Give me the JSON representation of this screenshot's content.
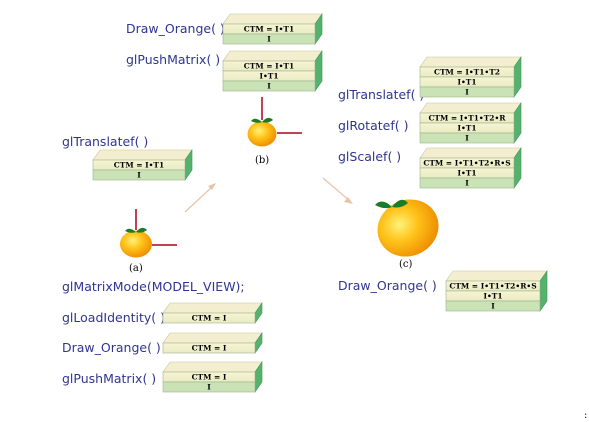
{
  "colors": {
    "command": "#2f3591",
    "stack_top_face": "#f3eed0",
    "stack_front_yellow": "#f5f2c9",
    "stack_front_green": "#c9e2b6",
    "stack_side": "#55b26e",
    "orange": "#f2a400",
    "leaf": "#1d7a25",
    "axis": "#b3001b",
    "arrow": "#e8c3a8"
  },
  "commands": {
    "b_draw_orange": "Draw_Orange( )",
    "b_push_matrix": "glPushMatrix( )",
    "translate_a": "glTranslatef( )",
    "matrix_mode": "glMatrixMode(MODEL_VIEW);",
    "load_identity": "glLoadIdentity( )",
    "draw_orange_1": "Draw_Orange( )",
    "push_matrix_1": "glPushMatrix( )",
    "c_translate": "glTranslatef( )",
    "c_rotate": "glRotatef( )",
    "c_scale": "glScalef( )",
    "c_draw_orange": "Draw_Orange( )"
  },
  "labels": {
    "a": "(a)",
    "b": "(b)",
    "c": "(c)",
    "corner_mark": ":"
  },
  "stacks": {
    "b_draw": [
      "CTM = I•T1",
      "I"
    ],
    "b_push": [
      "CTM = I•T1",
      "I•T1",
      "I"
    ],
    "a_translate": [
      "CTM = I•T1",
      "I"
    ],
    "load_identity": [
      "CTM = I"
    ],
    "draw_orange": [
      "CTM = I"
    ],
    "push_matrix": [
      "CTM = I",
      "I"
    ],
    "c_translate": [
      "CTM = I•T1•T2",
      "I•T1",
      "I"
    ],
    "c_rotate": [
      "CTM = I•T1•T2•R",
      "I•T1",
      "I"
    ],
    "c_scale": [
      "CTM = I•T1•T2•R•S",
      "I•T1",
      "I"
    ],
    "c_draw": [
      "CTM = I•T1•T2•R•S",
      "I•T1",
      "I"
    ]
  }
}
